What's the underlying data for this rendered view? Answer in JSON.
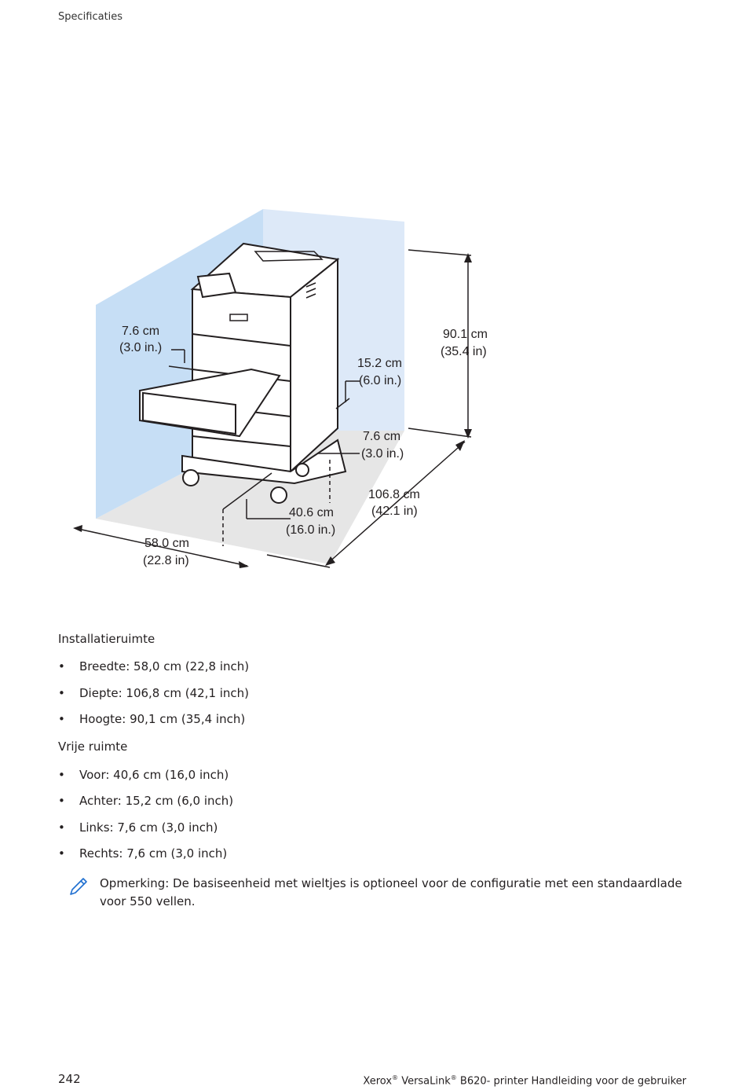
{
  "header": {
    "section": "Specificaties"
  },
  "figure": {
    "labels": {
      "left_cm": "7.6 cm",
      "left_in": "(3.0 in.)",
      "height_cm": "90.1 cm",
      "height_in": "(35.4 in)",
      "rear_cm": "15.2 cm",
      "rear_in": "(6.0 in.)",
      "right_cm": "7.6 cm",
      "right_in": "(3.0 in.)",
      "depth_cm": "106.8 cm",
      "depth_in": "(42.1 in)",
      "front_cm": "40.6 cm",
      "front_in": "(16.0 in.)",
      "width_cm": "58.0 cm",
      "width_in": "(22.8 in)"
    },
    "colors": {
      "wall": "#d3e6f8",
      "floor": "#e6e6e6",
      "line": "#231f20"
    }
  },
  "installation": {
    "title": "Installatieruimte",
    "items": [
      "Breedte: 58,0 cm (22,8 inch)",
      "Diepte: 106,8 cm (42,1 inch)",
      "Hoogte: 90,1 cm (35,4 inch)"
    ]
  },
  "clearance": {
    "title": "Vrije ruimte",
    "items": [
      "Voor: 40,6 cm (16,0 inch)",
      "Achter: 15,2 cm (6,0 inch)",
      "Links: 7,6 cm (3,0 inch)",
      "Rechts: 7,6 cm (3,0 inch)"
    ]
  },
  "note": {
    "icon": "pencil-note-icon",
    "text": "Opmerking: De basiseenheid met wieltjes is optioneel voor de configuratie met een standaardlade voor 550 vellen."
  },
  "footer": {
    "page_number": "242",
    "brand": "Xerox",
    "product": "VersaLink",
    "rest": " B620- printer Handleiding voor de gebruiker",
    "reg_mark": "®"
  }
}
